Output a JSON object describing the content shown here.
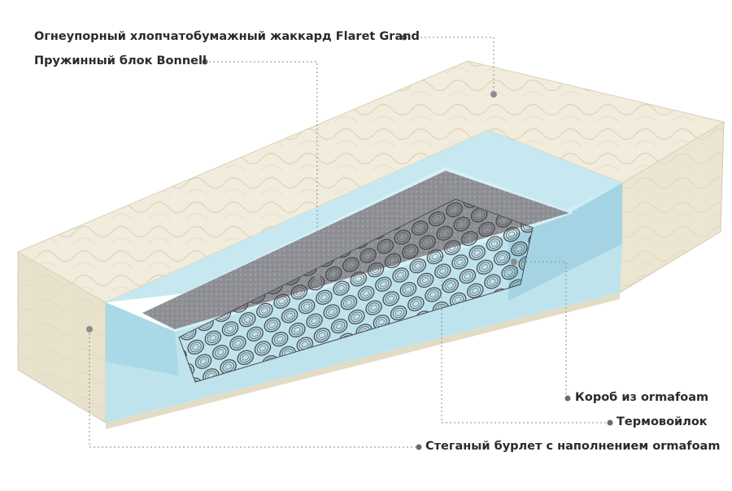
{
  "labels": {
    "cover": "Огнеупорный хлопчатобумажный жаккард Flaret Grand",
    "spring_block": "Пружинный блок Bonnell",
    "foam_box": "Короб из ormafoam",
    "felt": "Термовойлок",
    "quilted_border": "Стеганый бурлет с наполнением ormafoam"
  },
  "colors": {
    "fabric": "#efeada",
    "fabric_shade": "#ddd6c0",
    "foam": "#bfe4ee",
    "foam_dark": "#9fd0de",
    "felt": "#8d8f93",
    "spring": "#3a3d42",
    "leader": "#888888",
    "dot": "#6b6b6b"
  }
}
